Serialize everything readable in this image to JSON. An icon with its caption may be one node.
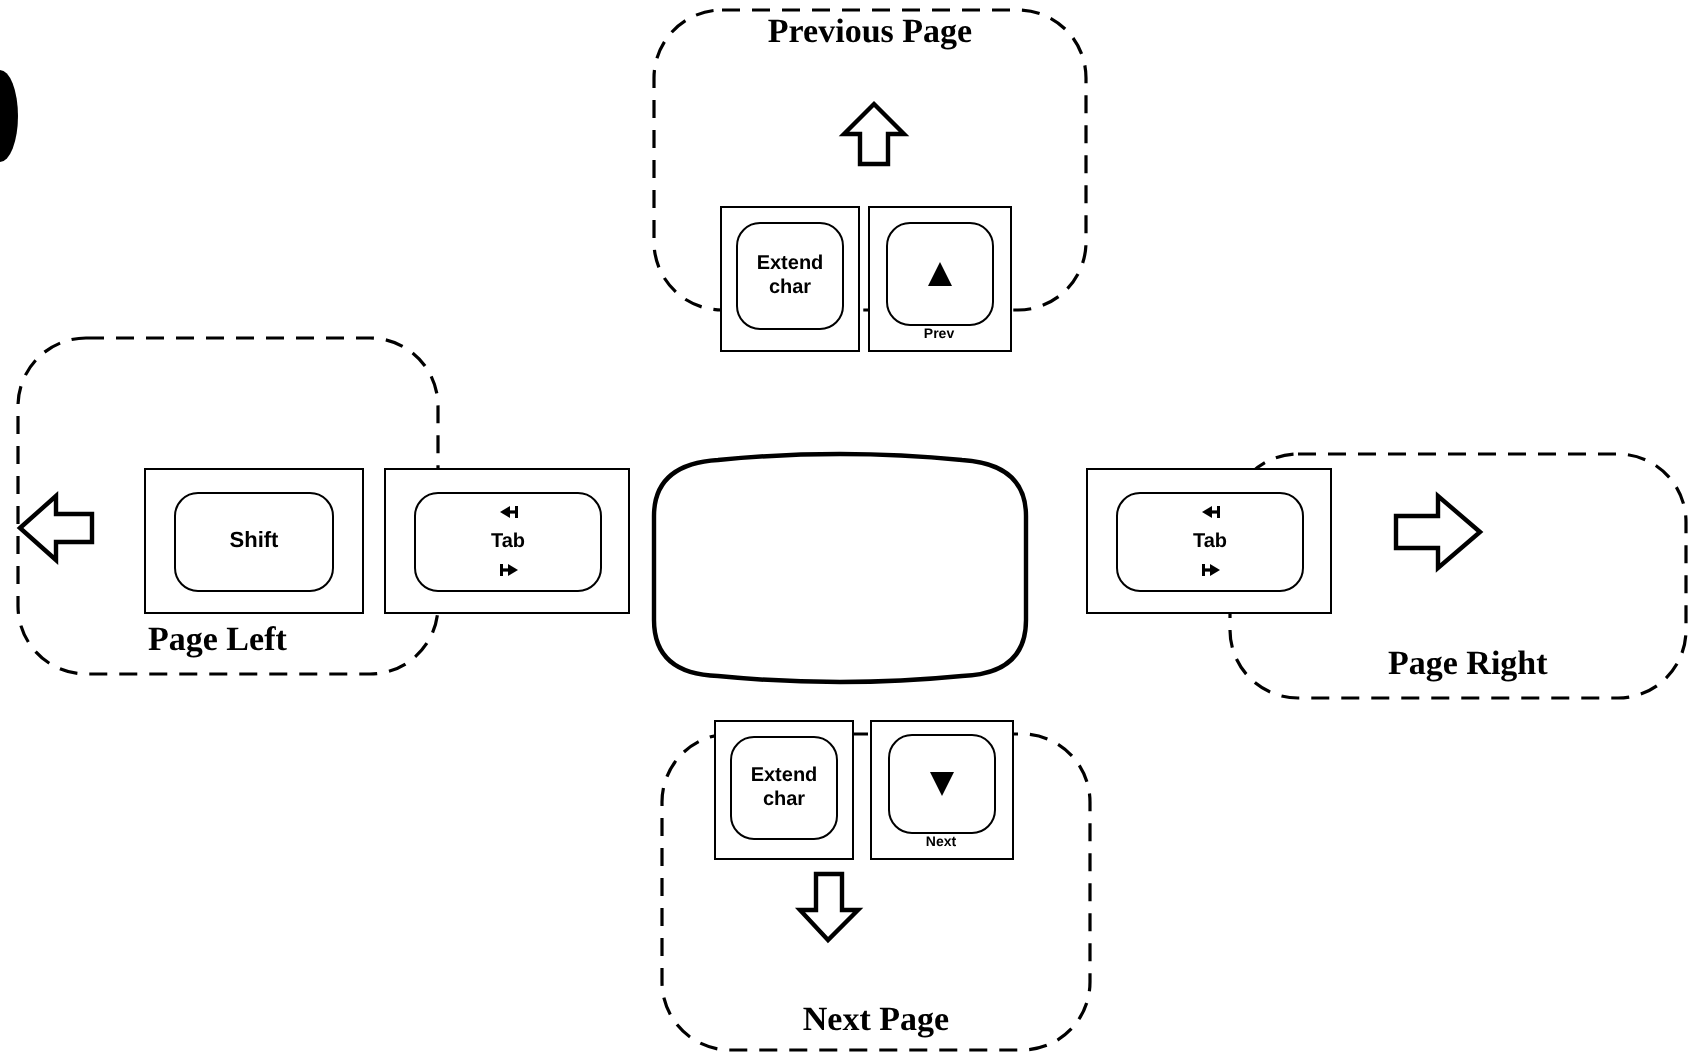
{
  "diagram": {
    "nodes": [
      {
        "text": [
          "Previous Page"
        ]
      },
      {
        "text": [
          "Page Left"
        ]
      },
      {
        "text": [
          "Page Right"
        ]
      },
      {
        "text": [
          "Next Page"
        ]
      },
      {
        "text": [
          "Extend char"
        ]
      },
      {
        "text": [
          "Prev"
        ]
      },
      {
        "text": [
          "Shift"
        ],
        "in": 1
      },
      {
        "text": [
          "Tab"
        ]
      },
      {
        "text": [],
        "shape": "box"
      },
      {
        "text": [
          "Tab"
        ]
      },
      {
        "text": [
          "Extend char"
        ]
      },
      {
        "text": [
          "Next"
        ]
      }
    ],
    "edges": []
  }
}
